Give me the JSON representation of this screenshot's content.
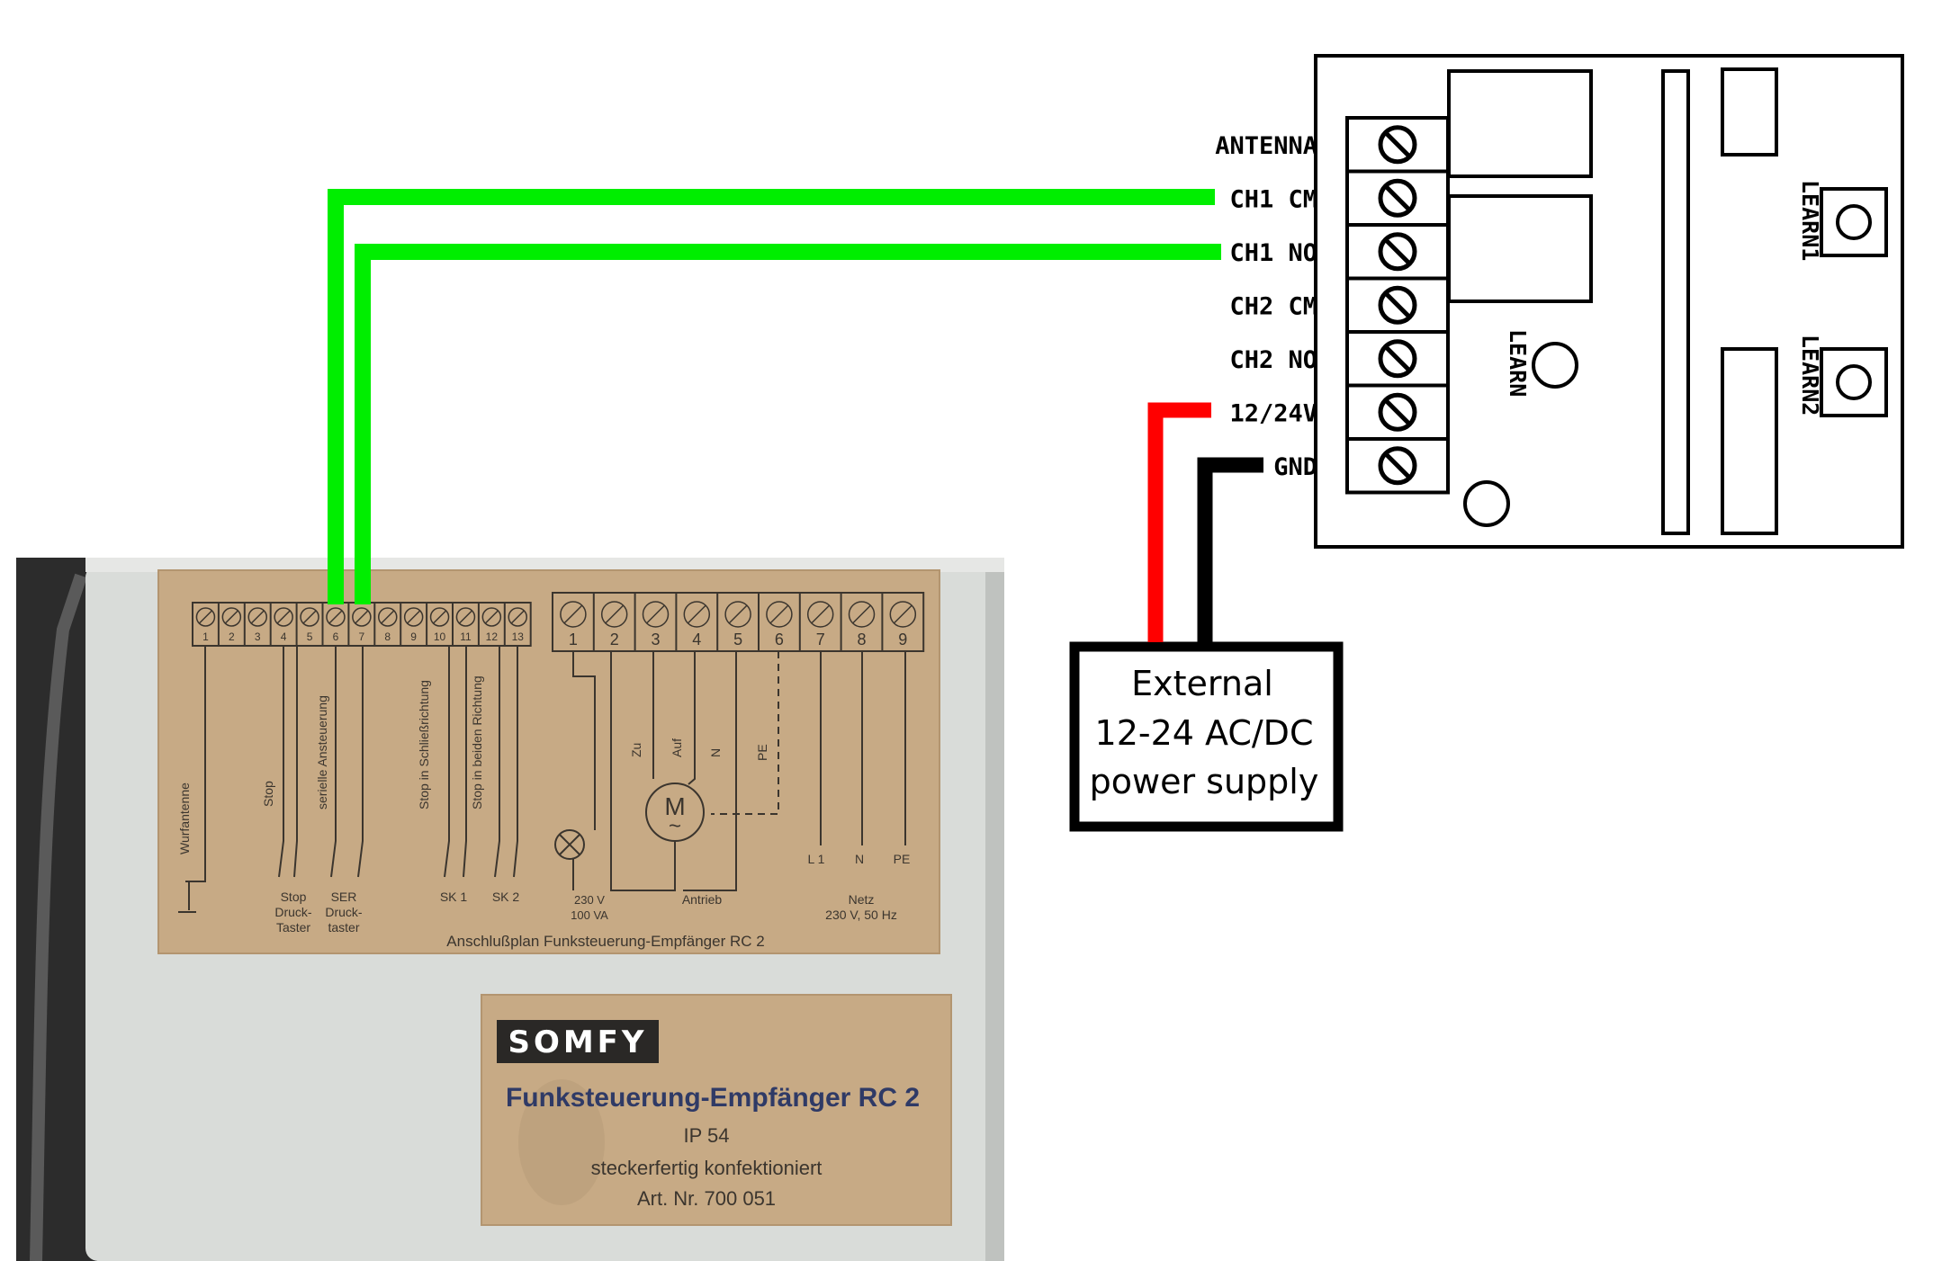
{
  "colors": {
    "green_wire": "#00ee00",
    "red_wire": "#ff0000",
    "black_wire": "#000000",
    "housing": "#d9dcd9",
    "label_plate": "#c7aa85",
    "label_ink": "#3b352e"
  },
  "relay_board": {
    "terminals": [
      "ANTENNA",
      "CH1 CM",
      "CH1 NO",
      "CH2 CM",
      "CH2 NO",
      "12/24V",
      "GND"
    ],
    "learn_label": "LEARN",
    "learn1_label": "LEARN1",
    "learn2_label": "LEARN2"
  },
  "power_supply": {
    "lines": [
      "External",
      "12-24 AC/DC",
      "power supply"
    ]
  },
  "rc2_plate": {
    "low_terminals": [
      "1",
      "2",
      "3",
      "4",
      "5",
      "6",
      "7",
      "8",
      "9",
      "10",
      "11",
      "12",
      "13"
    ],
    "high_terminals": [
      "1",
      "2",
      "3",
      "4",
      "5",
      "6",
      "7",
      "8",
      "9"
    ],
    "vertical_labels": {
      "wurfantenne": "Wurfantenne",
      "stop": "Stop",
      "serielle": "serielle Ansteuerung",
      "stop_schliess": "Stop in Schließrichtung",
      "stop_beiden": "Stop in beiden Richtung",
      "zu": "Zu",
      "auf": "Auf",
      "n": "N",
      "pe": "PE"
    },
    "motor_symbol": "M",
    "motor_tilde": "~",
    "bottom_labels": {
      "stop_taster": [
        "Stop",
        "Druck-",
        "Taster"
      ],
      "ser_taster": [
        "SER",
        "Druck-",
        "taster"
      ],
      "sk1": "SK 1",
      "sk2": "SK 2",
      "lamp": [
        "230 V",
        "100 VA"
      ],
      "antrieb": "Antrieb",
      "l1": "L 1",
      "n": "N",
      "pe": "PE",
      "netz": [
        "Netz",
        "230 V, 50 Hz"
      ]
    },
    "caption": "Anschlußplan Funksteuerung-Empfänger RC 2"
  },
  "somfy_plate": {
    "brand": "SOMFY",
    "product": "Funksteuerung-Empfänger RC 2",
    "ip": "IP 54",
    "desc": "steckerfertig konfektioniert",
    "art": "Art. Nr. 700 051"
  }
}
